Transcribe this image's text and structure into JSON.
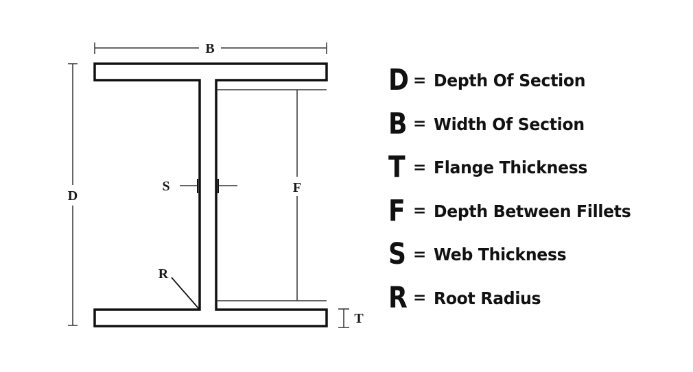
{
  "diagram": {
    "labels": {
      "b": "B",
      "d": "D",
      "s": "S",
      "f": "F",
      "r": "R",
      "t": "T"
    }
  },
  "legend": [
    {
      "letter": "D",
      "equals": "=",
      "description": "Depth Of Section"
    },
    {
      "letter": "B",
      "equals": "=",
      "description": "Width Of Section"
    },
    {
      "letter": "T",
      "equals": "=",
      "description": "Flange Thickness"
    },
    {
      "letter": "F",
      "equals": "=",
      "description": "Depth Between Fillets"
    },
    {
      "letter": "S",
      "equals": "=",
      "description": "Web Thickness"
    },
    {
      "letter": "R",
      "equals": "=",
      "description": "Root Radius"
    }
  ]
}
